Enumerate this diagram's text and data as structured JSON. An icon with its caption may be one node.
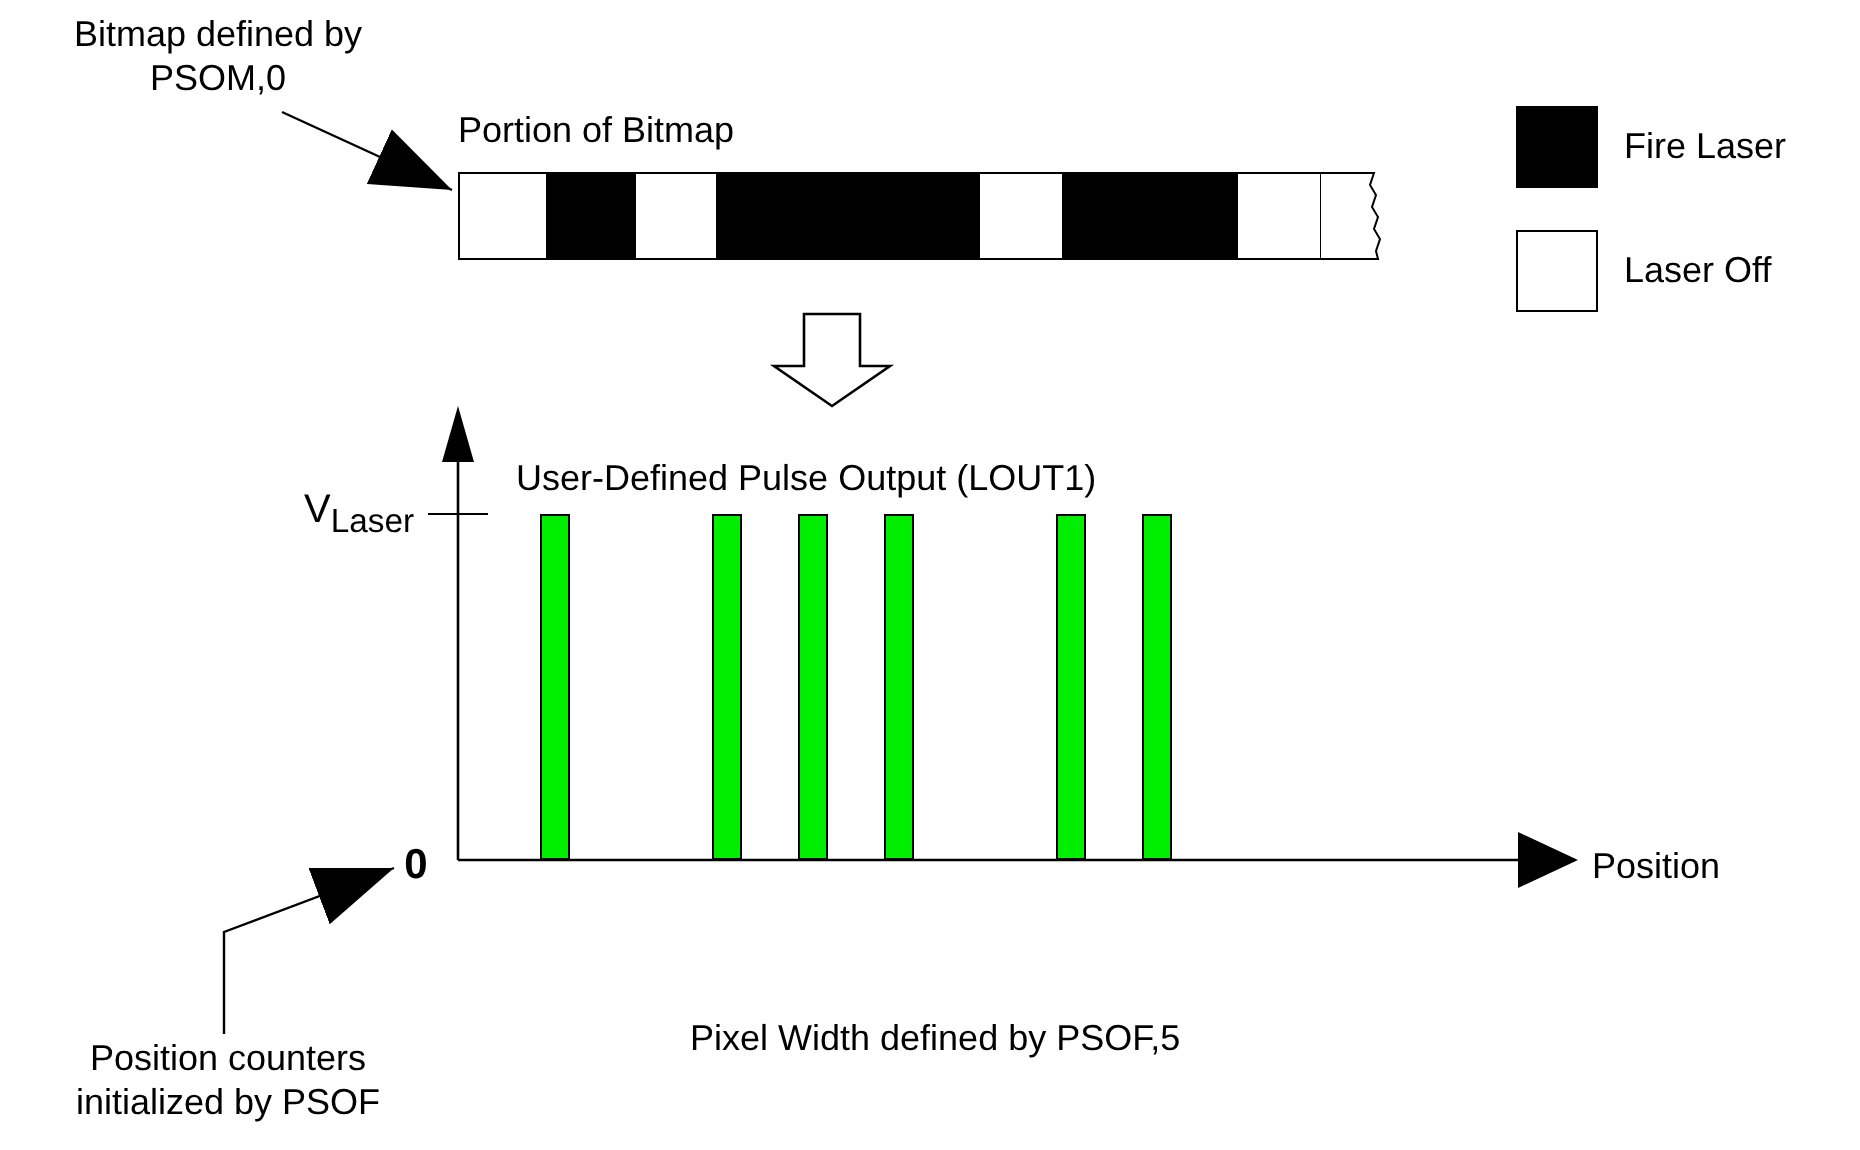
{
  "diagram": {
    "nodes": [
      {
        "text": [
          "Bitmap defined by PSOM,0"
        ]
      },
      {
        "text": [
          "Portion of Bitmap"
        ]
      },
      {
        "text": [
          "User-Defined Pulse Output (LOUT1)"
        ]
      },
      {
        "text": [
          "Position counters initialized by PSOF"
        ]
      },
      {
        "text": [
          "0"
        ]
      }
    ],
    "edges": [
      {
        "from": 0,
        "to": 1,
        "arrow": "to"
      },
      {
        "from": 1,
        "to": 2,
        "arrow": "to",
        "style": "thick"
      },
      {
        "from": 3,
        "to": 4,
        "arrow": "to"
      }
    ],
    "labels": [
      "V$_{Laser}$",
      "Position",
      "Pixel Width defined by PSOF,5"
    ],
    "legend": [
      {
        "text": "Fire Laser",
        "color": "#000000"
      },
      {
        "text": "Laser Off",
        "color": "#ffffff"
      }
    ]
  }
}
